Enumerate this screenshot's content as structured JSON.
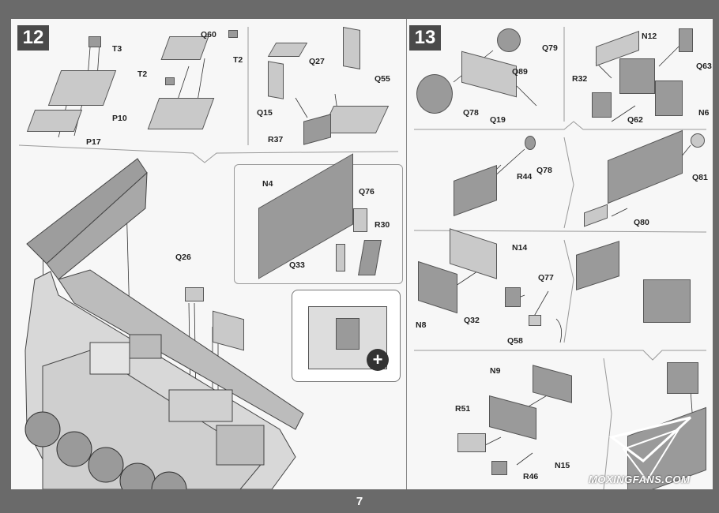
{
  "steps": {
    "step12": {
      "number": "12"
    },
    "step13": {
      "number": "13"
    }
  },
  "part_labels": {
    "s12": {
      "t3": "T3",
      "p10": "P10",
      "p17": "P17",
      "q60": "Q60",
      "t2a": "T2",
      "t2b": "T2",
      "q27": "Q27",
      "q15": "Q15",
      "q55": "Q55",
      "r37": "R37",
      "n4": "N4",
      "q76": "Q76",
      "r30": "R30",
      "q33": "Q33",
      "q26": "Q26"
    },
    "s13": {
      "q79": "Q79",
      "q89": "Q89",
      "q78a": "Q78",
      "q19": "Q19",
      "n12": "N12",
      "r32": "R32",
      "q63": "Q63",
      "q62": "Q62",
      "n6": "N6",
      "q78b": "Q78",
      "r44": "R44",
      "q81": "Q81",
      "q80": "Q80",
      "n14": "N14",
      "q77": "Q77",
      "n8": "N8",
      "q32": "Q32",
      "q58": "Q58",
      "n9": "N9",
      "r51": "R51",
      "n15": "N15",
      "r46": "R46"
    }
  },
  "footer": {
    "page_number": "7"
  },
  "watermark": "MOXINGFANS.COM",
  "icons": {
    "zoom": "zoom-in-icon"
  },
  "colors": {
    "page_border": "#6a6a6a",
    "sheet": "#f7f7f7",
    "badge": "#4a4a4a",
    "parts": "#c9c9c9"
  }
}
